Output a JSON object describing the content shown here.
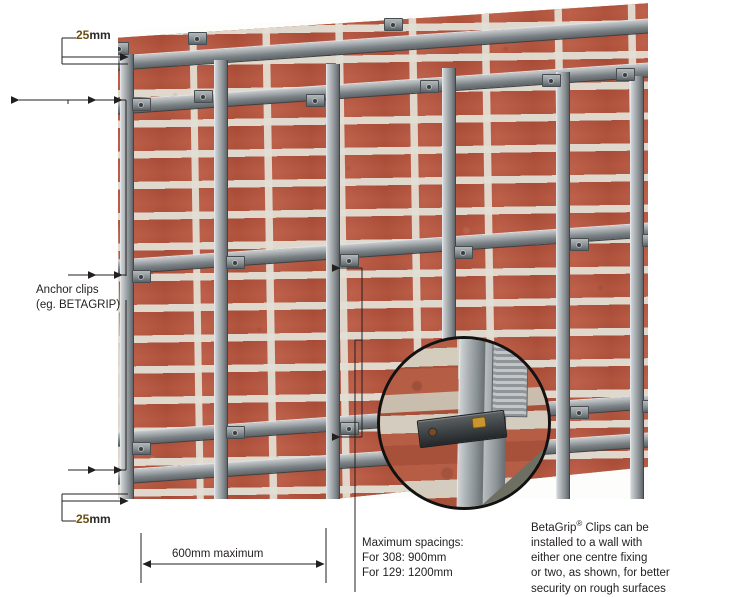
{
  "diagram": {
    "title": "BetaGrip brick wall support rail installation detail",
    "subject": "brick-wall-rail-system"
  },
  "labels": {
    "gap_top": {
      "value": "25",
      "unit": "mm"
    },
    "gap_bottom": {
      "value": "25",
      "unit": "mm"
    },
    "anchor_clips": "Anchor clips\n(eg. BETAGRIP)",
    "dimension_horizontal": "600mm maximum",
    "max_spacings": "Maximum spacings:\nFor 308: 900mm\nFor 129: 1200mm",
    "betagrip_note_line1": "BetaGrip",
    "betagrip_note_sup": "®",
    "betagrip_note_rest": " Clips can be\ninstalled to a wall with\neither one centre fixing\nor two, as shown, for better\nsecurity on rough surfaces"
  },
  "dimensions": {
    "spacing_max_horizontal_mm": 600,
    "standoff_mm": 25,
    "spacing_308_mm": 900,
    "spacing_129_mm": 1200
  },
  "colors": {
    "brick": "#b9563f",
    "mortar": "#e2dfd4",
    "metal_light": "#c9ccce",
    "metal_dark": "#5d6367",
    "text": "#231f20",
    "number_accent": "#6b4f10",
    "detail_outline": "#121212",
    "wedge": "#6d6f63"
  },
  "detail_callout": {
    "name": "magnified-clip-detail",
    "shape": "circle"
  }
}
